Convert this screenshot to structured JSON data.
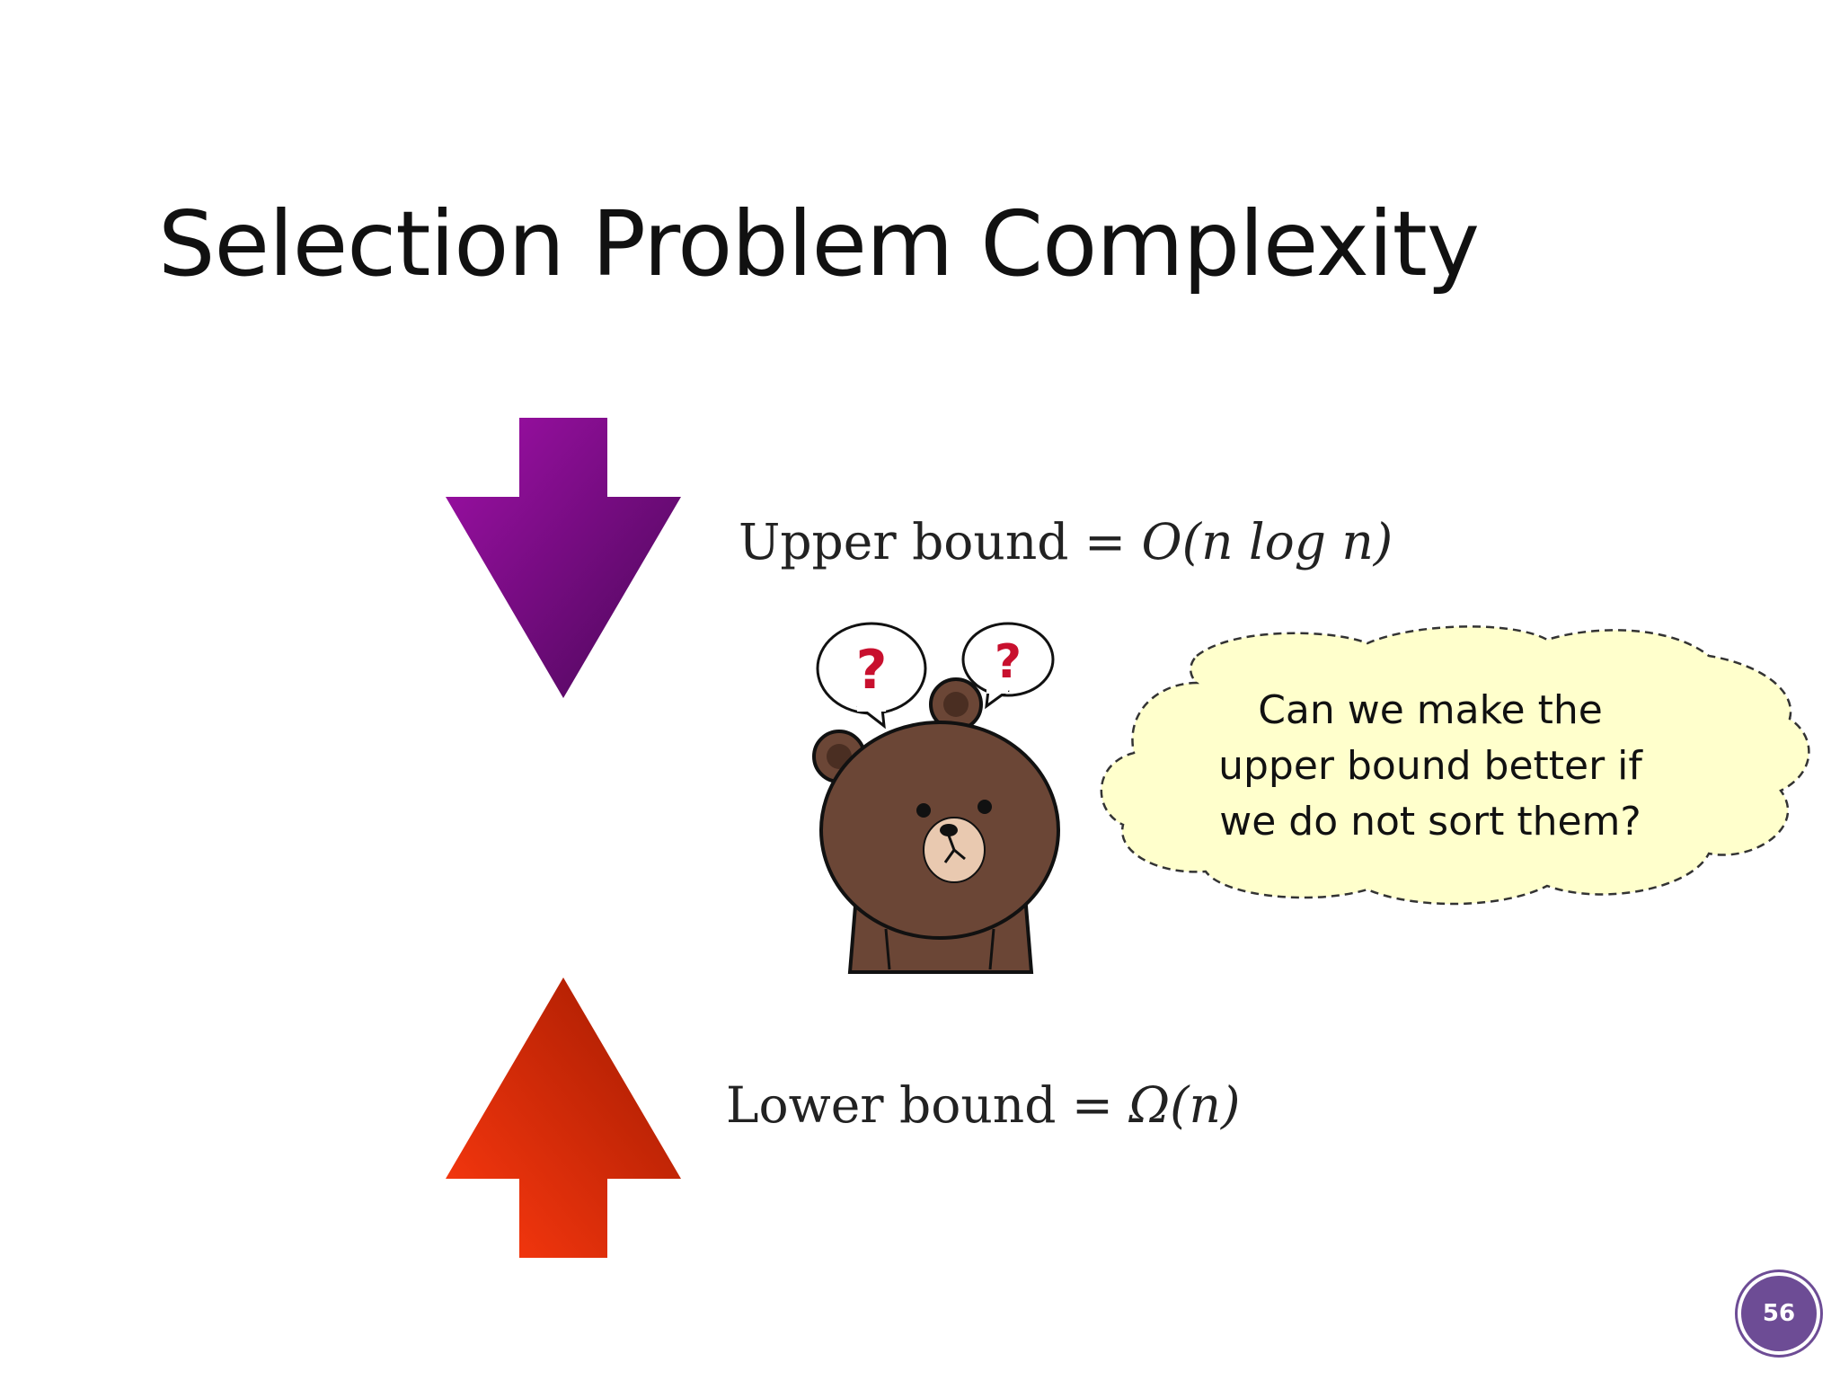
{
  "slide": {
    "title": "Selection Problem Complexity",
    "page_number": "56"
  },
  "upper_bound": {
    "label": "Upper bound",
    "equals": "=",
    "expression": "O(n log n)"
  },
  "lower_bound": {
    "label": "Lower bound",
    "equals": "=",
    "expression": "Ω(n)"
  },
  "thought_bubble": {
    "lines": [
      "Can we make the",
      "upper bound better if",
      "we do not sort them?"
    ]
  },
  "bear": {
    "question_marks": [
      "?",
      "?"
    ]
  },
  "colors": {
    "down_arrow": [
      "#9a0aa0",
      "#4e0a5c"
    ],
    "up_arrow": [
      "#ff3a10",
      "#a81c00"
    ],
    "cloud_fill": "#ffffcc",
    "bear_fur": "#6b4636",
    "badge": "#6d4c95"
  }
}
